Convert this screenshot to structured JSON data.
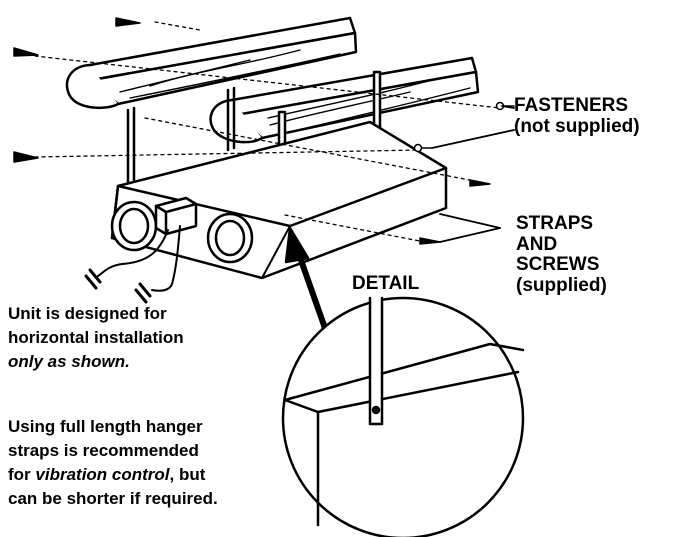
{
  "labels": {
    "fasteners": "FASTENERS",
    "fasteners_note": "(not supplied)",
    "straps_line1": "STRAPS",
    "straps_line2": "AND",
    "straps_line3": "SCREWS",
    "straps_note": "(supplied)",
    "detail": "DETAIL"
  },
  "notes": {
    "horizontal_line1": "Unit is designed for",
    "horizontal_line2": "horizontal installation",
    "horizontal_line3": "only as shown.",
    "straps_line1": "Using full length hanger",
    "straps_line2": "straps is recommended",
    "straps_line3_a": "for",
    "straps_line3_b": "vibration control",
    "straps_line3_c": ", but",
    "straps_line4": "can be shorter if required."
  }
}
